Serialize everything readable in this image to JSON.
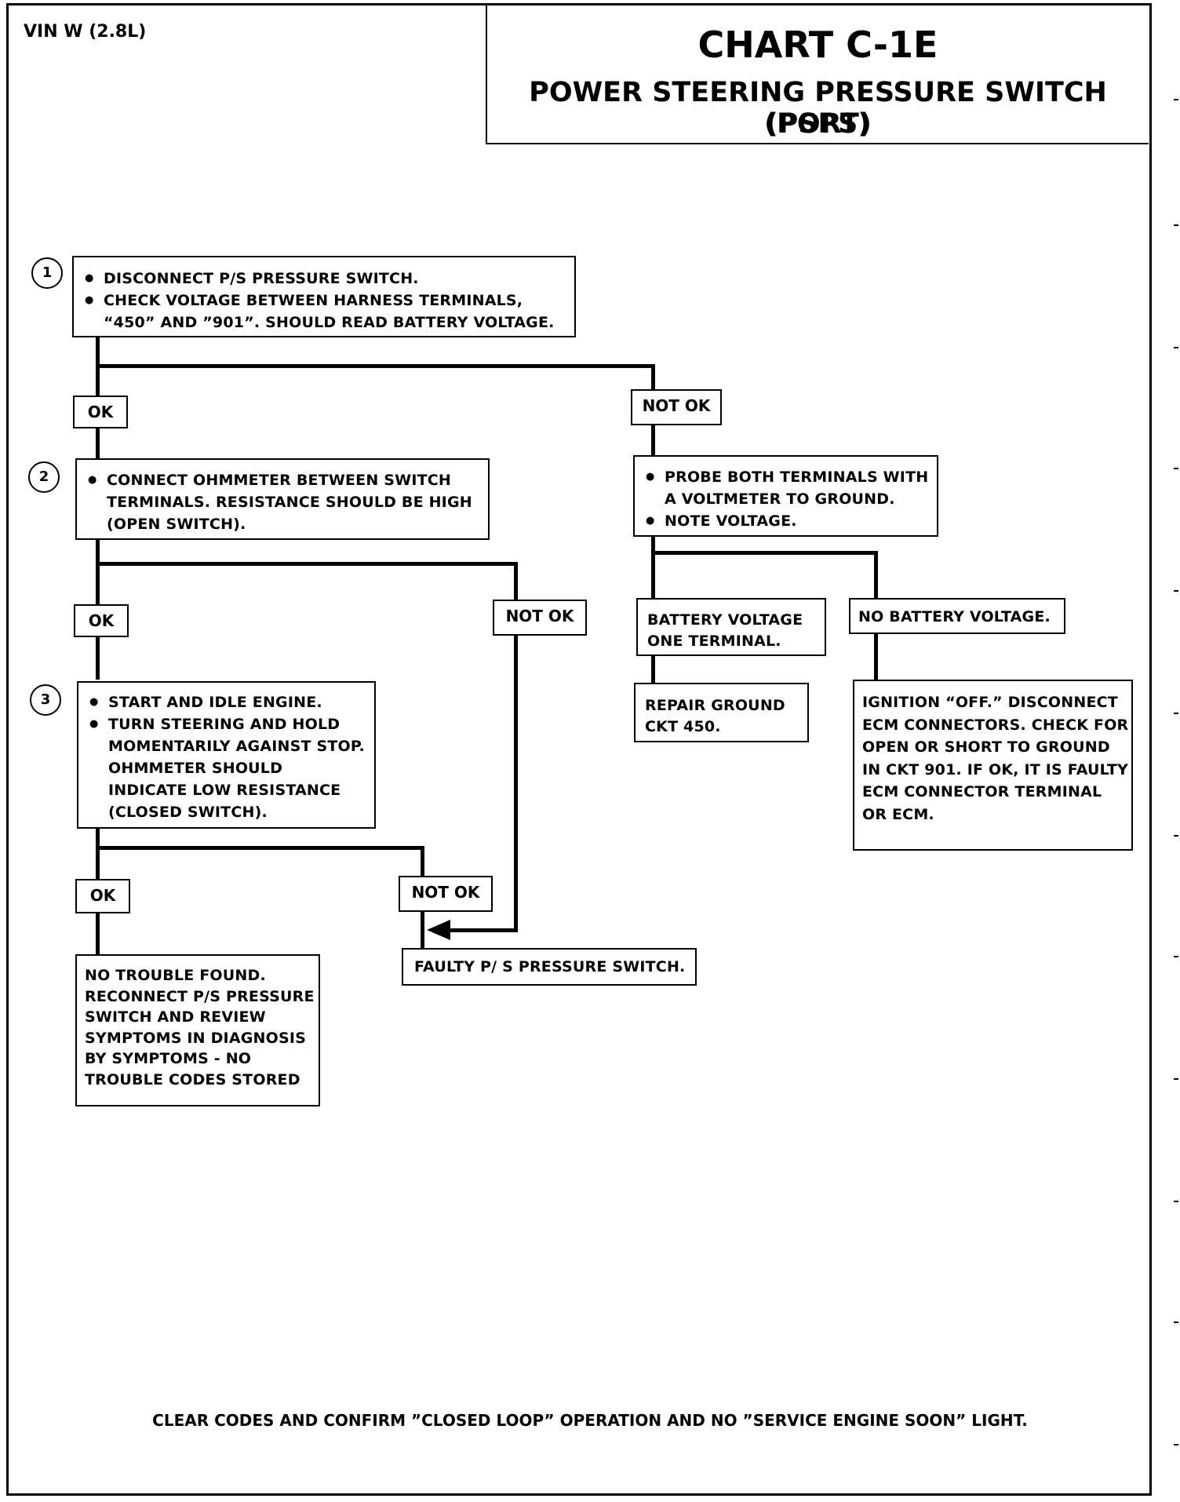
{
  "header": {
    "vin": "VIN W (2.8L)",
    "chart_id": "CHART C-1E",
    "title": "POWER STEERING PRESSURE SWITCH (PSPS)",
    "subtitle": "(PORT)"
  },
  "steps": {
    "s1": {
      "num": "1",
      "items": [
        "DISCONNECT P/S PRESSURE SWITCH.",
        "CHECK VOLTAGE BETWEEN HARNESS TERMINALS, “450” AND ”901”.  SHOULD READ BATTERY VOLTAGE."
      ]
    },
    "s2": {
      "num": "2",
      "items": [
        "CONNECT OHMMETER BETWEEN SWITCH TERMINALS.  RESISTANCE SHOULD BE HIGH (OPEN SWITCH)."
      ]
    },
    "s3": {
      "num": "3",
      "items": [
        "START AND IDLE ENGINE.",
        "TURN STEERING AND HOLD MOMENTARILY AGAINST STOP.  OHMMETER SHOULD INDICATE LOW RESISTANCE (CLOSED SWITCH)."
      ]
    }
  },
  "probe": {
    "items": [
      "PROBE BOTH TERMINALS WITH A VOLTMETER TO GROUND.",
      "NOTE VOLTAGE."
    ]
  },
  "labels": {
    "ok": "OK",
    "not_ok": "NOT OK"
  },
  "results": {
    "battery_one_terminal": "BATTERY VOLTAGE\nONE TERMINAL.",
    "no_battery_voltage": "NO BATTERY VOLTAGE.",
    "repair_ground": "REPAIR GROUND\nCKT 450.",
    "ignition_off": "IGNITION “OFF.”\nDISCONNECT ECM\nCONNECTORS.  CHECK FOR\nOPEN OR SHORT TO GROUND\nIN CKT 901.  IF OK, IT IS FAULTY\nECM CONNECTOR TERMINAL\nOR ECM.",
    "no_trouble": "NO TROUBLE FOUND.\nRECONNECT P/S PRESSURE\nSWITCH AND REVIEW\nSYMPTOMS  IN DIAGNOSIS\nBY SYMPTOMS - NO\nTROUBLE CODES STORED",
    "faulty_switch": "FAULTY P/ S PRESSURE SWITCH."
  },
  "footer": "CLEAR CODES AND CONFIRM  ”CLOSED LOOP” OPERATION AND NO ”SERVICE ENGINE SOON” LIGHT."
}
